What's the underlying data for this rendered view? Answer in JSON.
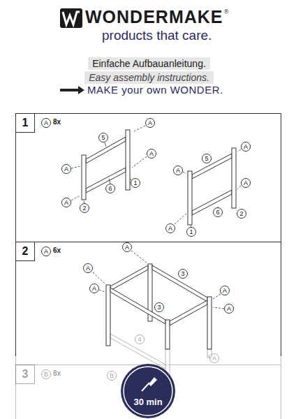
{
  "diagram": {
    "nodes": [
      {
        "text": [
          "Einfache Aufbauanleitung.",
          "Easy assembly instructions."
        ]
      },
      {
        "text": [
          "1"
        ]
      },
      {
        "text": [
          "A"
        ]
      },
      {
        "text": [
          "5"
        ]
      },
      {
        "text": [
          "A"
        ]
      },
      {
        "text": [
          "A"
        ]
      },
      {
        "text": [
          "A"
        ]
      },
      {
        "text": [
          "1"
        ]
      },
      {
        "text": [
          "6"
        ]
      },
      {
        "text": [
          "A"
        ]
      },
      {
        "text": [
          "2"
        ]
      },
      {
        "text": [
          "A"
        ]
      },
      {
        "text": [
          "5"
        ]
      },
      {
        "text": [
          "A"
        ]
      },
      {
        "text": [
          "A"
        ]
      },
      {
        "text": [
          "6"
        ]
      },
      {
        "text": [
          "2"
        ]
      },
      {
        "text": [
          "A"
        ]
      },
      {
        "text": [
          "1"
        ]
      },
      {
        "text": [
          "2"
        ]
      },
      {
        "text": [
          "A"
        ]
      },
      {
        "text": [
          "A"
        ]
      },
      {
        "text": [
          "A"
        ]
      },
      {
        "text": [
          "3"
        ]
      },
      {
        "text": [
          "A"
        ]
      },
      {
        "text": [
          "A"
        ]
      },
      {
        "text": [
          "3"
        ]
      },
      {
        "text": [
          "A"
        ]
      },
      {
        "text": [
          "4"
        ]
      },
      {
        "text": [
          "A"
        ]
      },
      {
        "text": [
          "3"
        ]
      },
      {
        "text": [
          "B"
        ]
      },
      {
        "text": [
          "B"
        ]
      },
      {
        "text": [
          "30 min"
        ]
      }
    ],
    "edges": [],
    "labels": [
      "WONDERMAKE",
      "®",
      "products that care.",
      "MAKE your own WONDER.",
      "8x",
      "6x",
      "8x"
    ]
  }
}
